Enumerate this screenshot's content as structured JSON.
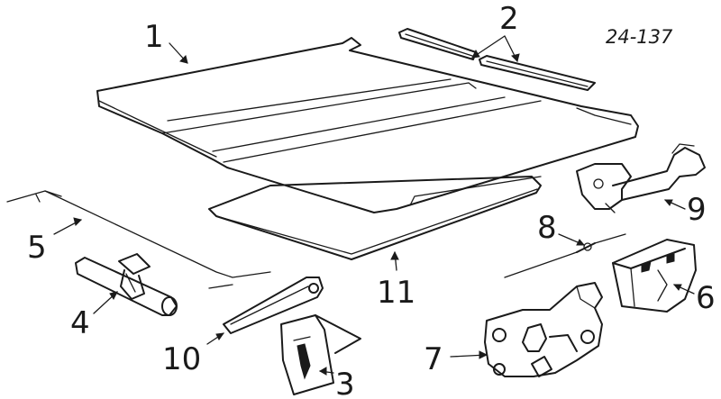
{
  "diagram": {
    "reference_code": "24-137",
    "callouts": [
      {
        "id": "c1",
        "label": "1"
      },
      {
        "id": "c2",
        "label": "2"
      },
      {
        "id": "c3",
        "label": "3"
      },
      {
        "id": "c4",
        "label": "4"
      },
      {
        "id": "c5",
        "label": "5"
      },
      {
        "id": "c6",
        "label": "6"
      },
      {
        "id": "c7",
        "label": "7"
      },
      {
        "id": "c8",
        "label": "8"
      },
      {
        "id": "c9",
        "label": "9"
      },
      {
        "id": "c10",
        "label": "10"
      },
      {
        "id": "c11",
        "label": "11"
      }
    ]
  }
}
